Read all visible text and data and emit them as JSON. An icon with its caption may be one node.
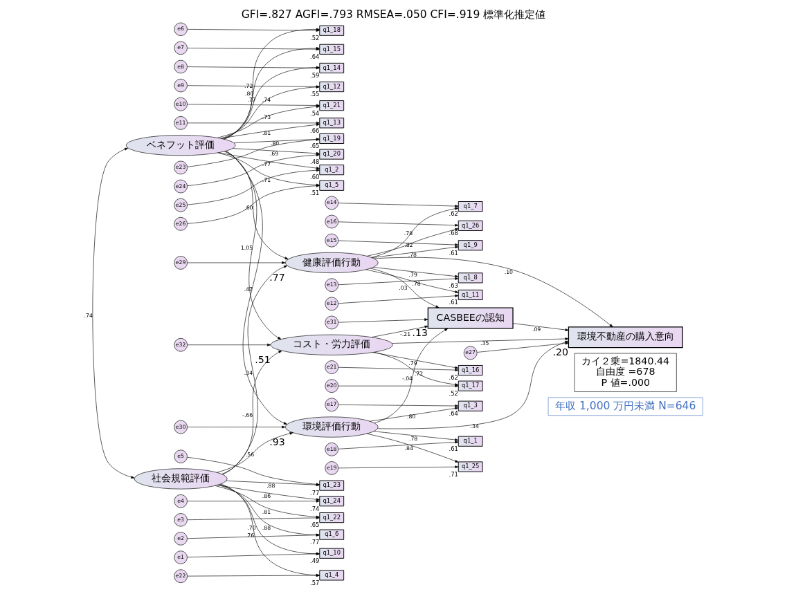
{
  "diagram": {
    "title": "GFI=.827 AGFI=.793 RMSEA=.050 CFI=.919 標準化推定値",
    "nodes": [
      {
        "text": [
          "年収 1,000 万円未満 N=646"
        ]
      },
      {
        "text": [
          "カイ２乗=1840.44",
          "自由度 =678",
          "P 値=.000"
        ]
      },
      {
        "text": [
          "ベネフット評価"
        ]
      },
      {
        "text": [
          "e6"
        ]
      },
      {
        "text": [
          "e7"
        ]
      },
      {
        "text": [
          "e8"
        ]
      },
      {
        "text": [
          "e9"
        ]
      },
      {
        "text": [
          "e10"
        ]
      },
      {
        "text": [
          "e11"
        ]
      },
      {
        "text": [
          "e23"
        ]
      },
      {
        "text": [
          "e24"
        ]
      },
      {
        "text": [
          "e25"
        ]
      },
      {
        "text": [
          "e26"
        ]
      },
      {
        "text": [
          "q1_18"
        ],
        "beside": [
          ".52"
        ]
      },
      {
        "text": [
          "q1_15"
        ],
        "beside": [
          ".64"
        ]
      },
      {
        "text": [
          "q1_14"
        ],
        "beside": [
          ".59"
        ]
      },
      {
        "text": [
          "q1_12"
        ],
        "beside": [
          ".55"
        ]
      },
      {
        "text": [
          "q1_21"
        ],
        "beside": [
          ".54"
        ]
      },
      {
        "text": [
          "q1_13"
        ],
        "beside": [
          ".66"
        ]
      },
      {
        "text": [
          "q1_19"
        ],
        "beside": [
          ".65"
        ]
      },
      {
        "text": [
          "q1_20"
        ],
        "beside": [
          ".48"
        ]
      },
      {
        "text": [
          "q1_2"
        ],
        "beside": [
          ".60"
        ]
      },
      {
        "text": [
          "q1_5"
        ],
        "beside": [
          ".51"
        ]
      },
      {
        "text": [
          "健康評価行動"
        ],
        "beside": [
          ".77"
        ]
      },
      {
        "text": [
          "e14"
        ]
      },
      {
        "text": [
          "e16"
        ]
      },
      {
        "text": [
          "e15"
        ]
      },
      {
        "text": [
          "e13"
        ]
      },
      {
        "text": [
          "e12"
        ]
      },
      {
        "text": [
          "q1_7"
        ],
        "beside": [
          ".62"
        ]
      },
      {
        "text": [
          "q1_26"
        ],
        "beside": [
          ".68"
        ]
      },
      {
        "text": [
          "q1_9"
        ],
        "beside": [
          ".61"
        ]
      },
      {
        "text": [
          "q1_8"
        ],
        "beside": [
          ".63"
        ]
      },
      {
        "text": [
          "q1_11"
        ],
        "beside": [
          ".61"
        ]
      },
      {
        "text": [
          "e29"
        ]
      },
      {
        "text": [
          "e31"
        ]
      },
      {
        "text": [
          "CASBEEの認知"
        ],
        "beside": [
          ".13"
        ]
      },
      {
        "text": [
          "e32"
        ]
      },
      {
        "text": [
          "コスト・労力評価"
        ],
        "beside": [
          ".51"
        ]
      },
      {
        "text": [
          "q1_16"
        ],
        "beside": [
          ".62"
        ]
      },
      {
        "text": [
          "q1_17"
        ],
        "beside": [
          ".52"
        ]
      },
      {
        "text": [
          "e21"
        ]
      },
      {
        "text": [
          "e20"
        ]
      },
      {
        "text": [
          "e27"
        ]
      },
      {
        "text": [
          "環境不動産の購入意向"
        ],
        "beside": [
          ".20"
        ]
      },
      {
        "text": [
          "e30"
        ]
      },
      {
        "text": [
          "環境評価行動"
        ],
        "beside": [
          ".93"
        ]
      },
      {
        "text": [
          "q1_3"
        ],
        "beside": [
          ".64"
        ]
      },
      {
        "text": [
          "q1_1"
        ],
        "beside": [
          ".61"
        ]
      },
      {
        "text": [
          "q1_25"
        ],
        "beside": [
          ".71"
        ]
      },
      {
        "text": [
          "e17"
        ]
      },
      {
        "text": [
          "e18"
        ]
      },
      {
        "text": [
          "e19"
        ]
      },
      {
        "text": [
          "社会規範評価"
        ]
      },
      {
        "text": [
          "q1_23"
        ],
        "beside": [
          ".77"
        ]
      },
      {
        "text": [
          "q1_24"
        ],
        "beside": [
          ".74"
        ]
      },
      {
        "text": [
          "q1_22"
        ],
        "beside": [
          ".65"
        ]
      },
      {
        "text": [
          "q1_6"
        ],
        "beside": [
          ".77"
        ]
      },
      {
        "text": [
          "q1_10"
        ],
        "beside": [
          ".49"
        ]
      },
      {
        "text": [
          "q1_4"
        ],
        "beside": [
          ".57"
        ]
      },
      {
        "text": [
          "e5"
        ]
      },
      {
        "text": [
          "e4"
        ]
      },
      {
        "text": [
          "e3"
        ]
      },
      {
        "text": [
          "e2"
        ]
      },
      {
        "text": [
          "e1"
        ]
      },
      {
        "text": [
          "e22"
        ]
      }
    ],
    "edges": [
      {
        "from": 2,
        "to": 13,
        "arrow": "to",
        "label": ".72"
      },
      {
        "from": 2,
        "to": 14,
        "arrow": "to",
        "label": ".80"
      },
      {
        "from": 2,
        "to": 15,
        "arrow": "to",
        "label": ".77"
      },
      {
        "from": 2,
        "to": 16,
        "arrow": "to",
        "label": ".74"
      },
      {
        "from": 2,
        "to": 17,
        "arrow": "to",
        "label": ".73"
      },
      {
        "from": 2,
        "to": 18,
        "arrow": "to",
        "label": ".81"
      },
      {
        "from": 2,
        "to": 19,
        "arrow": "to",
        "label": ".80"
      },
      {
        "from": 2,
        "to": 20,
        "arrow": "to",
        "label": ".69"
      },
      {
        "from": 2,
        "to": 21,
        "arrow": "to",
        "label": ".77"
      },
      {
        "from": 2,
        "to": 22,
        "arrow": "to",
        "label": ".71"
      },
      {
        "from": 3,
        "to": 13,
        "arrow": "to"
      },
      {
        "from": 4,
        "to": 14,
        "arrow": "to"
      },
      {
        "from": 5,
        "to": 15,
        "arrow": "to"
      },
      {
        "from": 6,
        "to": 16,
        "arrow": "to"
      },
      {
        "from": 7,
        "to": 17,
        "arrow": "to"
      },
      {
        "from": 8,
        "to": 18,
        "arrow": "to"
      },
      {
        "from": 9,
        "to": 19,
        "arrow": "to"
      },
      {
        "from": 10,
        "to": 20,
        "arrow": "to"
      },
      {
        "from": 11,
        "to": 21,
        "arrow": "to"
      },
      {
        "from": 12,
        "to": 22,
        "arrow": "to"
      },
      {
        "from": 2,
        "to": 23,
        "arrow": "to",
        "label": ".60"
      },
      {
        "from": 2,
        "to": 38,
        "arrow": "to",
        "label": "1.05"
      },
      {
        "from": 2,
        "to": 46,
        "arrow": "to",
        "label": ".47"
      },
      {
        "from": 23,
        "to": 29,
        "arrow": "to",
        "label": ".78"
      },
      {
        "from": 23,
        "to": 30,
        "arrow": "to",
        "label": ".82"
      },
      {
        "from": 23,
        "to": 31,
        "arrow": "to",
        "label": ".78"
      },
      {
        "from": 23,
        "to": 32,
        "arrow": "to",
        "label": ".79"
      },
      {
        "from": 23,
        "to": 33,
        "arrow": "to",
        "label": ".78"
      },
      {
        "from": 24,
        "to": 29,
        "arrow": "to"
      },
      {
        "from": 25,
        "to": 30,
        "arrow": "to"
      },
      {
        "from": 26,
        "to": 31,
        "arrow": "to"
      },
      {
        "from": 27,
        "to": 32,
        "arrow": "to"
      },
      {
        "from": 28,
        "to": 33,
        "arrow": "to"
      },
      {
        "from": 34,
        "to": 23,
        "arrow": "to"
      },
      {
        "from": 23,
        "to": 36,
        "arrow": "to",
        "label": ".03"
      },
      {
        "from": 23,
        "to": 44,
        "arrow": "to",
        "label": ".10"
      },
      {
        "from": 35,
        "to": 36,
        "arrow": "to"
      },
      {
        "from": 37,
        "to": 38,
        "arrow": "to"
      },
      {
        "from": 38,
        "to": 39,
        "arrow": "to",
        "label": ".79"
      },
      {
        "from": 38,
        "to": 40,
        "arrow": "to",
        "label": ".72"
      },
      {
        "from": 41,
        "to": 39,
        "arrow": "to"
      },
      {
        "from": 42,
        "to": 40,
        "arrow": "to"
      },
      {
        "from": 38,
        "to": 36,
        "arrow": "to",
        "label": "-.21"
      },
      {
        "from": 38,
        "to": 44,
        "arrow": "to",
        "label": ".35"
      },
      {
        "from": 43,
        "to": 44,
        "arrow": "to"
      },
      {
        "from": 36,
        "to": 44,
        "arrow": "to",
        "label": ".09"
      },
      {
        "from": 45,
        "to": 46,
        "arrow": "to"
      },
      {
        "from": 46,
        "to": 47,
        "arrow": "to",
        "label": ".80"
      },
      {
        "from": 46,
        "to": 48,
        "arrow": "to",
        "label": ".78"
      },
      {
        "from": 46,
        "to": 49,
        "arrow": "to",
        "label": ".84"
      },
      {
        "from": 50,
        "to": 47,
        "arrow": "to"
      },
      {
        "from": 51,
        "to": 48,
        "arrow": "to"
      },
      {
        "from": 52,
        "to": 49,
        "arrow": "to"
      },
      {
        "from": 46,
        "to": 36,
        "arrow": "to",
        "label": "-.04"
      },
      {
        "from": 46,
        "to": 44,
        "arrow": "to",
        "label": ".34"
      },
      {
        "from": 53,
        "to": 23,
        "arrow": "to",
        "label": ".34"
      },
      {
        "from": 53,
        "to": 38,
        "arrow": "to",
        "label": "-.66"
      },
      {
        "from": 53,
        "to": 46,
        "arrow": "to",
        "label": ".56"
      },
      {
        "from": 53,
        "to": 54,
        "arrow": "to",
        "label": ".88"
      },
      {
        "from": 53,
        "to": 55,
        "arrow": "to",
        "label": ".86"
      },
      {
        "from": 53,
        "to": 56,
        "arrow": "to",
        "label": ".81"
      },
      {
        "from": 53,
        "to": 57,
        "arrow": "to",
        "label": ".88"
      },
      {
        "from": 53,
        "to": 58,
        "arrow": "to",
        "label": ".70"
      },
      {
        "from": 53,
        "to": 59,
        "arrow": "to",
        "label": ".76"
      },
      {
        "from": 60,
        "to": 54,
        "arrow": "to"
      },
      {
        "from": 61,
        "to": 55,
        "arrow": "to"
      },
      {
        "from": 62,
        "to": 56,
        "arrow": "to"
      },
      {
        "from": 63,
        "to": 57,
        "arrow": "to"
      },
      {
        "from": 64,
        "to": 58,
        "arrow": "to"
      },
      {
        "from": 65,
        "to": 59,
        "arrow": "to"
      },
      {
        "from": 2,
        "to": 53,
        "arrow": "both",
        "label": ".74"
      }
    ]
  }
}
